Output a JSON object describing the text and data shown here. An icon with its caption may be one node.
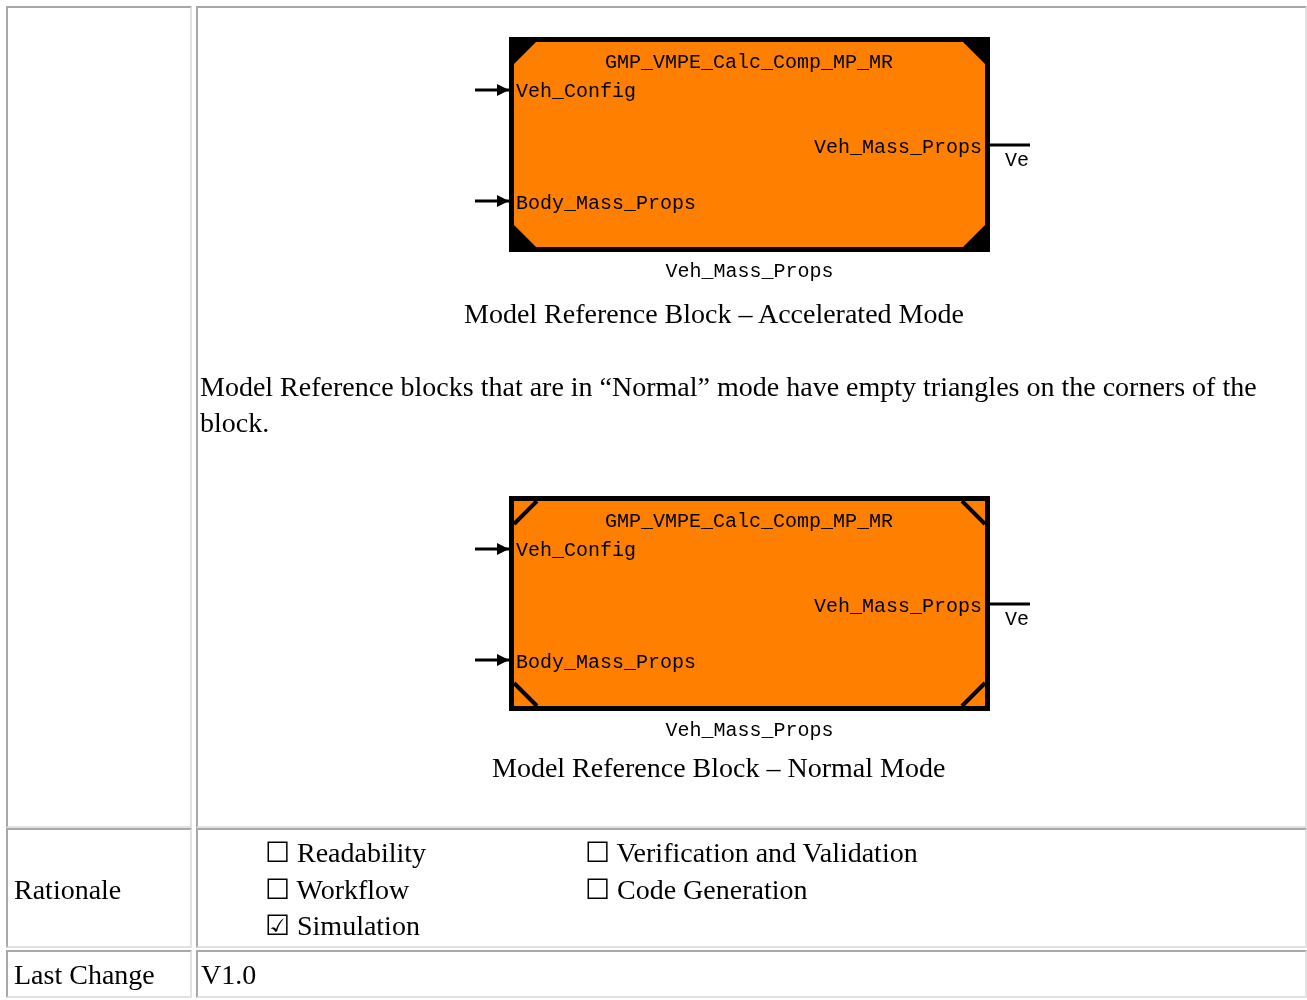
{
  "diagram": {
    "nodes": [
      {
        "text": [
          "GMP_VMPE_Calc_Comp_MP_MR",
          "Veh_Config",
          "Veh_Mass_Props",
          "Body_Mass_Props"
        ],
        "beside": [
          "Veh_Mass_Props"
        ]
      },
      {
        "text": [
          "GMP_VMPE_Calc_Comp_MP_MR",
          "Veh_Config",
          "Veh_Mass_Props",
          "Body_Mass_Props"
        ],
        "beside": [
          "Veh_Mass_Props"
        ]
      }
    ],
    "edges": [
      {
        "from": null,
        "to": 0,
        "arrow": "to"
      },
      {
        "from": null,
        "to": 0,
        "arrow": "to"
      },
      {
        "from": 0,
        "to": null,
        "arrow": "none",
        "label": "Ve"
      },
      {
        "from": null,
        "to": 1,
        "arrow": "to"
      },
      {
        "from": null,
        "to": 1,
        "arrow": "to"
      },
      {
        "from": 1,
        "to": null,
        "arrow": "none",
        "label": "Ve"
      }
    ],
    "labels": [
      "Model Reference Block – Accelerated Mode",
      "Model Reference blocks that are in “Normal” mode have empty triangles on the corners of the block.",
      "Model Reference Block – Normal Mode",
      "Rationale",
      "☐ Readability",
      "☐ Verification and Validation",
      "☐ Workflow",
      "☐ Code Generation",
      "☑ Simulation",
      "Last Change",
      "V1.0"
    ]
  }
}
